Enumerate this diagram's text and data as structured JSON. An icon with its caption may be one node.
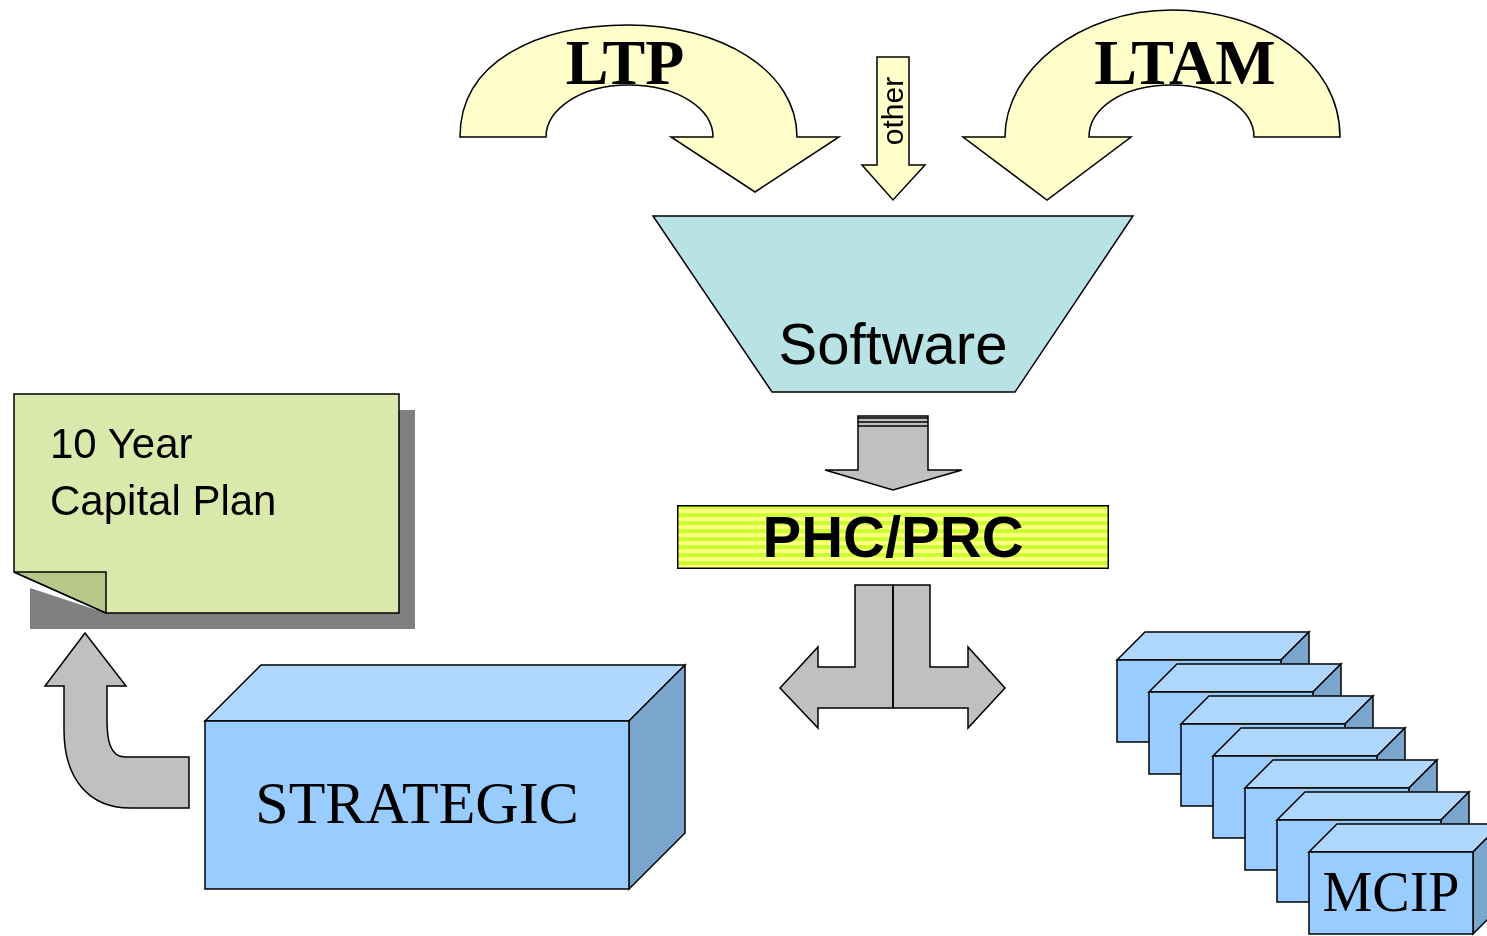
{
  "diagram": {
    "nodes": [
      {
        "text": [
          "LTP"
        ]
      },
      {
        "text": [
          "other"
        ]
      },
      {
        "text": [
          "LTAM"
        ]
      },
      {
        "text": [
          "Software"
        ]
      },
      {
        "text": [
          "PHC/PRC"
        ]
      },
      {
        "text": [
          "10 Year Capital Plan"
        ]
      },
      {
        "text": [
          "STRATEGIC"
        ]
      },
      {
        "text": [],
        "shape": "box"
      },
      {
        "text": [],
        "shape": "box"
      },
      {
        "text": [],
        "shape": "box"
      },
      {
        "text": [],
        "shape": "box"
      },
      {
        "text": [],
        "shape": "box"
      },
      {
        "text": [],
        "shape": "box"
      },
      {
        "text": [
          "MCIP"
        ]
      }
    ],
    "edges": [
      {
        "from": 0,
        "to": 3,
        "arrow": "to"
      },
      {
        "from": 1,
        "to": 3,
        "arrow": "to"
      },
      {
        "from": 2,
        "to": 3,
        "arrow": "to"
      },
      {
        "from": 3,
        "to": 4,
        "arrow": "to"
      },
      {
        "from": 4,
        "to": 6,
        "arrow": "to"
      },
      {
        "from": 4,
        "to": 7,
        "arrow": "to"
      },
      {
        "from": 6,
        "to": 5,
        "arrow": "to"
      }
    ]
  }
}
